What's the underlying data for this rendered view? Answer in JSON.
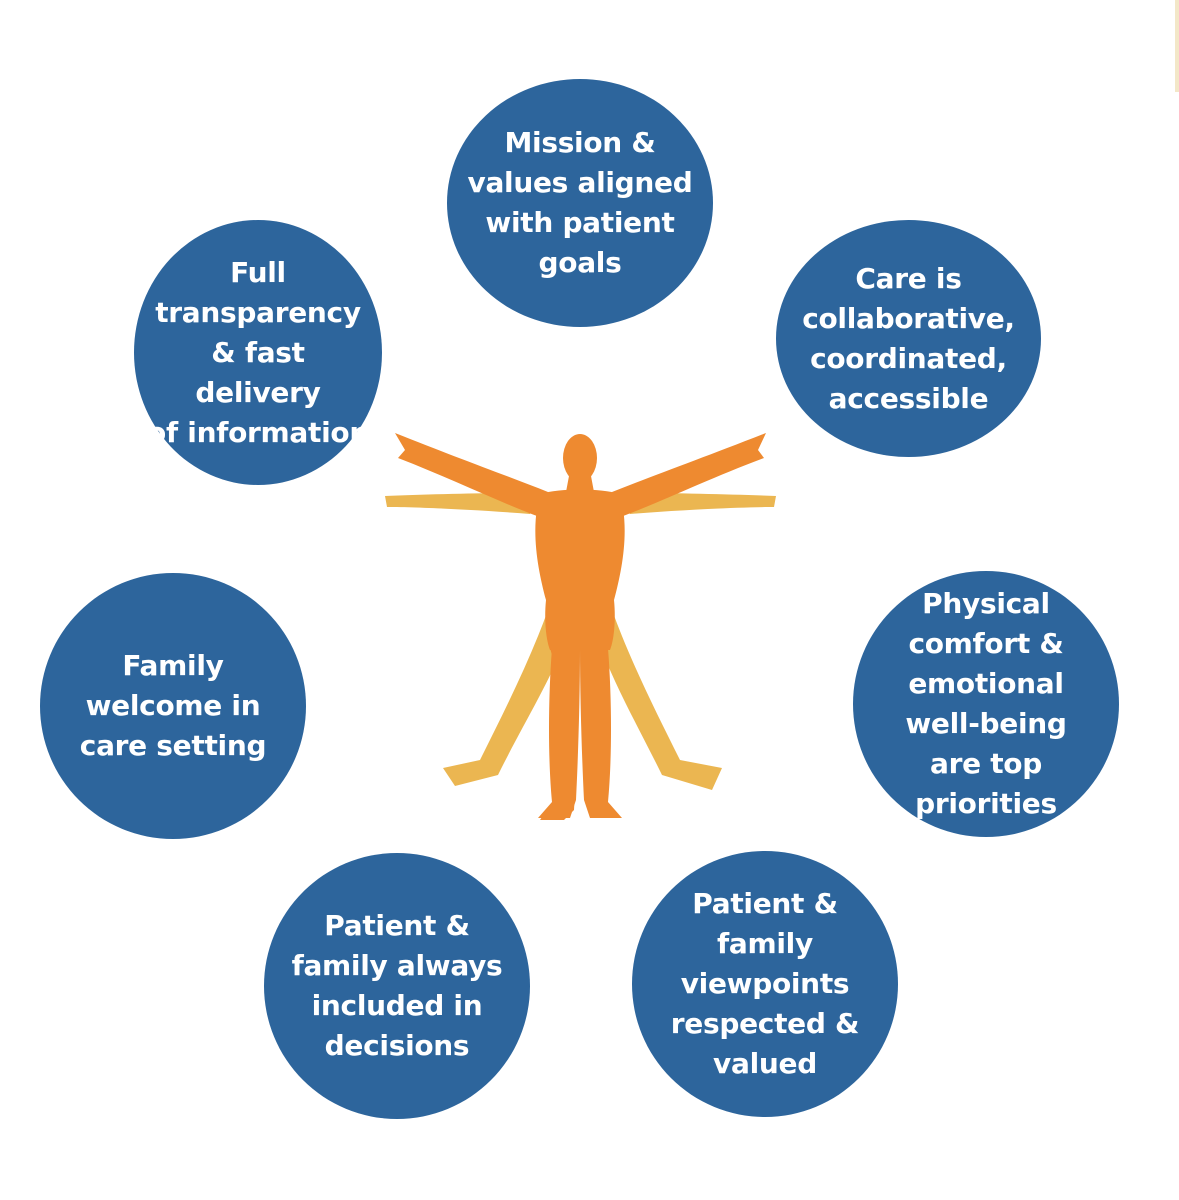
{
  "colors": {
    "circle_fill": "#2d659c",
    "label_text": "#ffffff",
    "figure_primary": "#ee8a30",
    "figure_secondary": "#ebb651",
    "edge_accent": "#f3e7c8"
  },
  "figure": {
    "icon": "human-figure-icon"
  },
  "circles": [
    {
      "key": "mission",
      "label": "Mission &\nvalues aligned\nwith patient\ngoals"
    },
    {
      "key": "care",
      "label": "Care is\ncollaborative,\ncoordinated,\naccessible"
    },
    {
      "key": "physical",
      "label": "Physical\ncomfort &\nemotional\nwell-being\nare top\npriorities"
    },
    {
      "key": "viewpoints",
      "label": "Patient &\nfamily\nviewpoints\nrespected &\nvalued"
    },
    {
      "key": "decisions",
      "label": "Patient &\nfamily always\nincluded in\ndecisions"
    },
    {
      "key": "family",
      "label": "Family\nwelcome in\ncare setting"
    },
    {
      "key": "transparency",
      "label": "Full\ntransparency\n& fast delivery\nof information"
    }
  ]
}
